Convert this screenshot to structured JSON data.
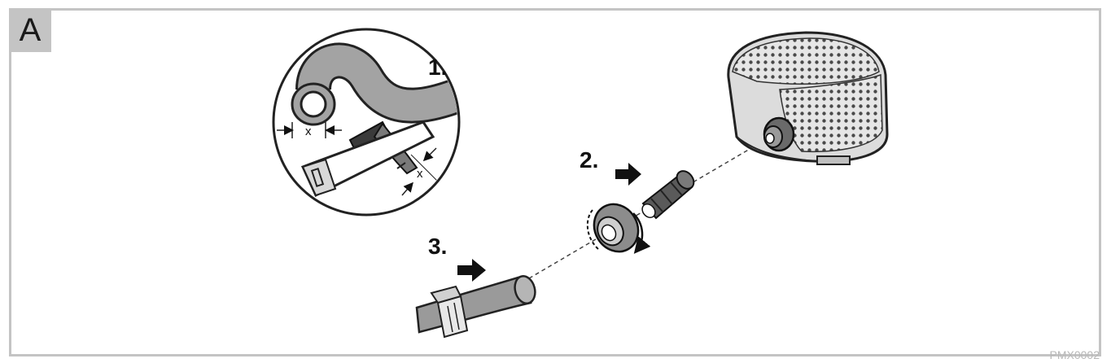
{
  "panel": {
    "letter": "A"
  },
  "steps": [
    {
      "label": "1."
    },
    {
      "label": "2."
    },
    {
      "label": "3."
    }
  ],
  "callout": {
    "dimension_label": "x"
  },
  "figure_code": "PMX0002",
  "colors": {
    "frame": "#c4c4c4",
    "ink": "#111111",
    "hose": "#9a9a9a",
    "tint": "#cfcfcf"
  }
}
